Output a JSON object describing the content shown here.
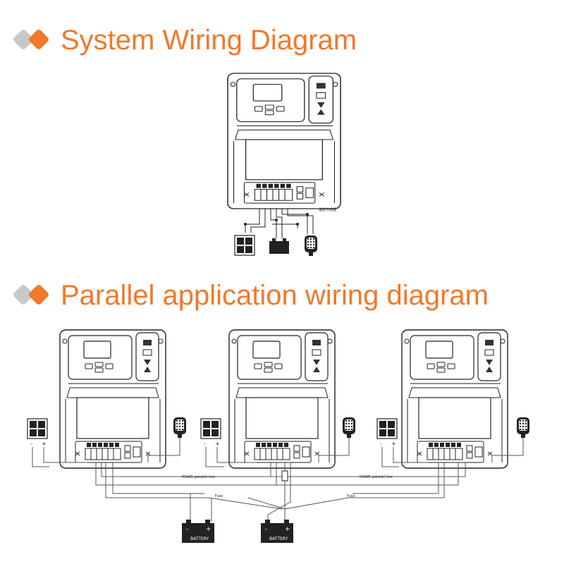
{
  "headings": {
    "system": "System Wiring Diagram",
    "parallel": "Parallel application wiring diagram"
  },
  "labels": {
    "sensor": "温度传感器",
    "rs485": "RS485 parallel line",
    "fuse": "Fuse",
    "battery": "BATTERY",
    "plus": "+",
    "minus": "-"
  },
  "colors": {
    "accent": "#f2782a",
    "diamond_gray": "#c8c8c8",
    "line": "#222222"
  },
  "icons": [
    "controller-unit",
    "solar-panel-icon",
    "battery-icon",
    "lamp-icon",
    "fuse-icon"
  ]
}
